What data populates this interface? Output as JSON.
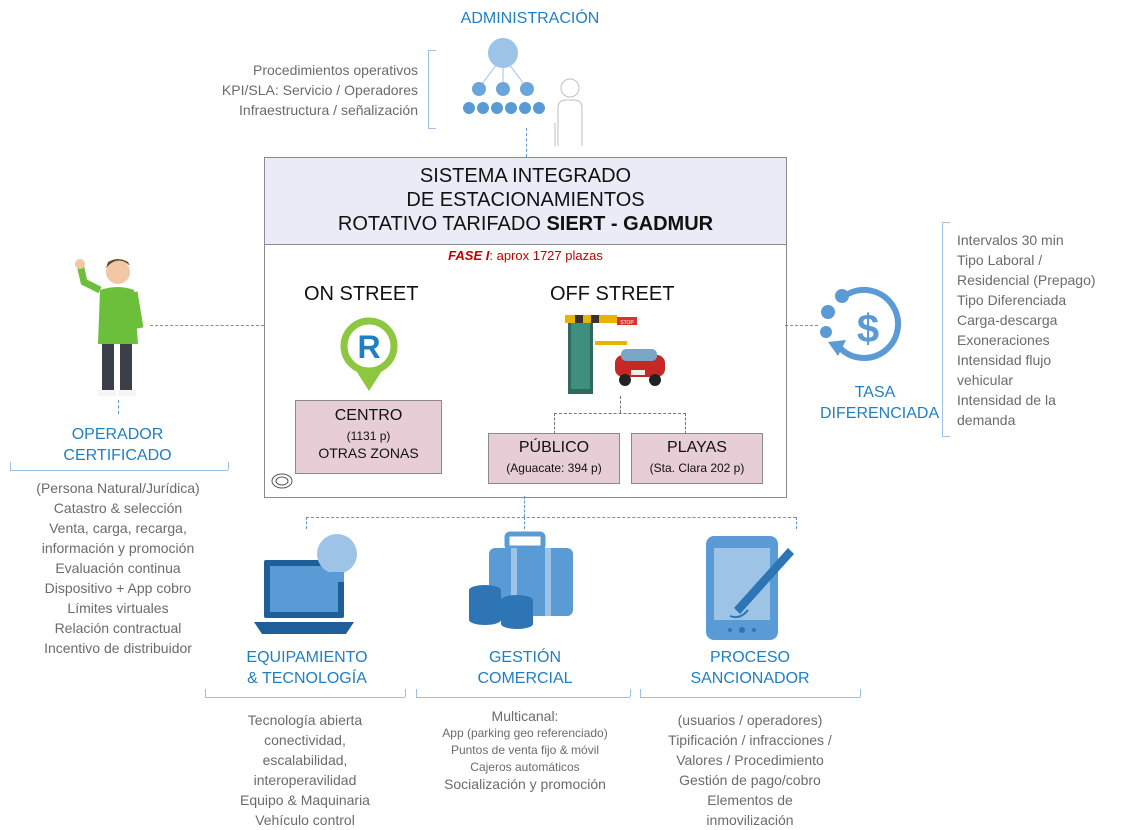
{
  "admin": {
    "title": "ADMINISTRACIÓN",
    "items": [
      "Procedimientos operativos",
      "KPI/SLA: Servicio / Operadores",
      "Infraestructura / señalización"
    ]
  },
  "system": {
    "title_line1": "SISTEMA INTEGRADO",
    "title_line2": "DE ESTACIONAMIENTOS",
    "title_line3_prefix": "ROTATIVO TARIFADO ",
    "title_line3_bold": "SIERT - GADMUR",
    "phase_label": "FASE I",
    "phase_text": ": aprox 1727 plazas",
    "on_street": "ON STREET",
    "off_street": "OFF STREET",
    "parking_icon_letter": "R",
    "stop_sign": "STOP",
    "centro": {
      "line1": "CENTRO",
      "line2": "(1131 p)",
      "line3": "OTRAS ZONAS"
    },
    "publico": {
      "line1": "PÚBLICO",
      "line2": "(Aguacate: 394 p)"
    },
    "playas": {
      "line1": "PLAYAS",
      "line2": "(Sta. Clara 202 p)"
    }
  },
  "operator": {
    "title_line1": "OPERADOR",
    "title_line2": "CERTIFICADO",
    "items": [
      "(Persona Natural/Jurídica)",
      "Catastro & selección",
      "Venta, carga, recarga,",
      "información y promoción",
      "Evaluación continua",
      "Dispositivo + App cobro",
      "Límites virtuales",
      "Relación contractual",
      "Incentivo de distribuidor"
    ]
  },
  "tasa": {
    "title_line1": "TASA",
    "title_line2": "DIFERENCIADA",
    "items": [
      "Intervalos 30 min",
      "Tipo Laboral /",
      "Residencial (Prepago)",
      "Tipo Diferenciada",
      "Carga-descarga",
      "Exoneraciones",
      "Intensidad flujo",
      "vehicular",
      "Intensidad de la",
      "demanda"
    ]
  },
  "equipamiento": {
    "title_line1": "EQUIPAMIENTO",
    "title_line2": "& TECNOLOGÍA",
    "items": [
      "Tecnología abierta",
      "conectividad,",
      "escalabilidad,",
      "interoperavilidad",
      "Equipo & Maquinaria",
      "Vehículo control"
    ]
  },
  "gestion": {
    "title_line1": "GESTIÓN",
    "title_line2": "COMERCIAL",
    "items": [
      "Multicanal:",
      "App (parking geo referenciado)",
      "Puntos de venta fijo & móvil",
      "Cajeros automáticos",
      "Socialización y promoción"
    ]
  },
  "proceso": {
    "title_line1": "PROCESO",
    "title_line2": "SANCIONADOR",
    "items": [
      "(usuarios / operadores)",
      "Tipificación / infracciones /",
      "Valores / Procedimiento",
      "Gestión de pago/cobro",
      "Elementos de",
      "inmovilización"
    ]
  },
  "colors": {
    "accent_blue": "#1f7fc4",
    "icon_blue": "#5b9bd5",
    "phase_red": "#c00000",
    "zone_pink": "#e6cdd6",
    "header_lavender": "#e9ebf6",
    "pin_green": "#8dc63f"
  }
}
